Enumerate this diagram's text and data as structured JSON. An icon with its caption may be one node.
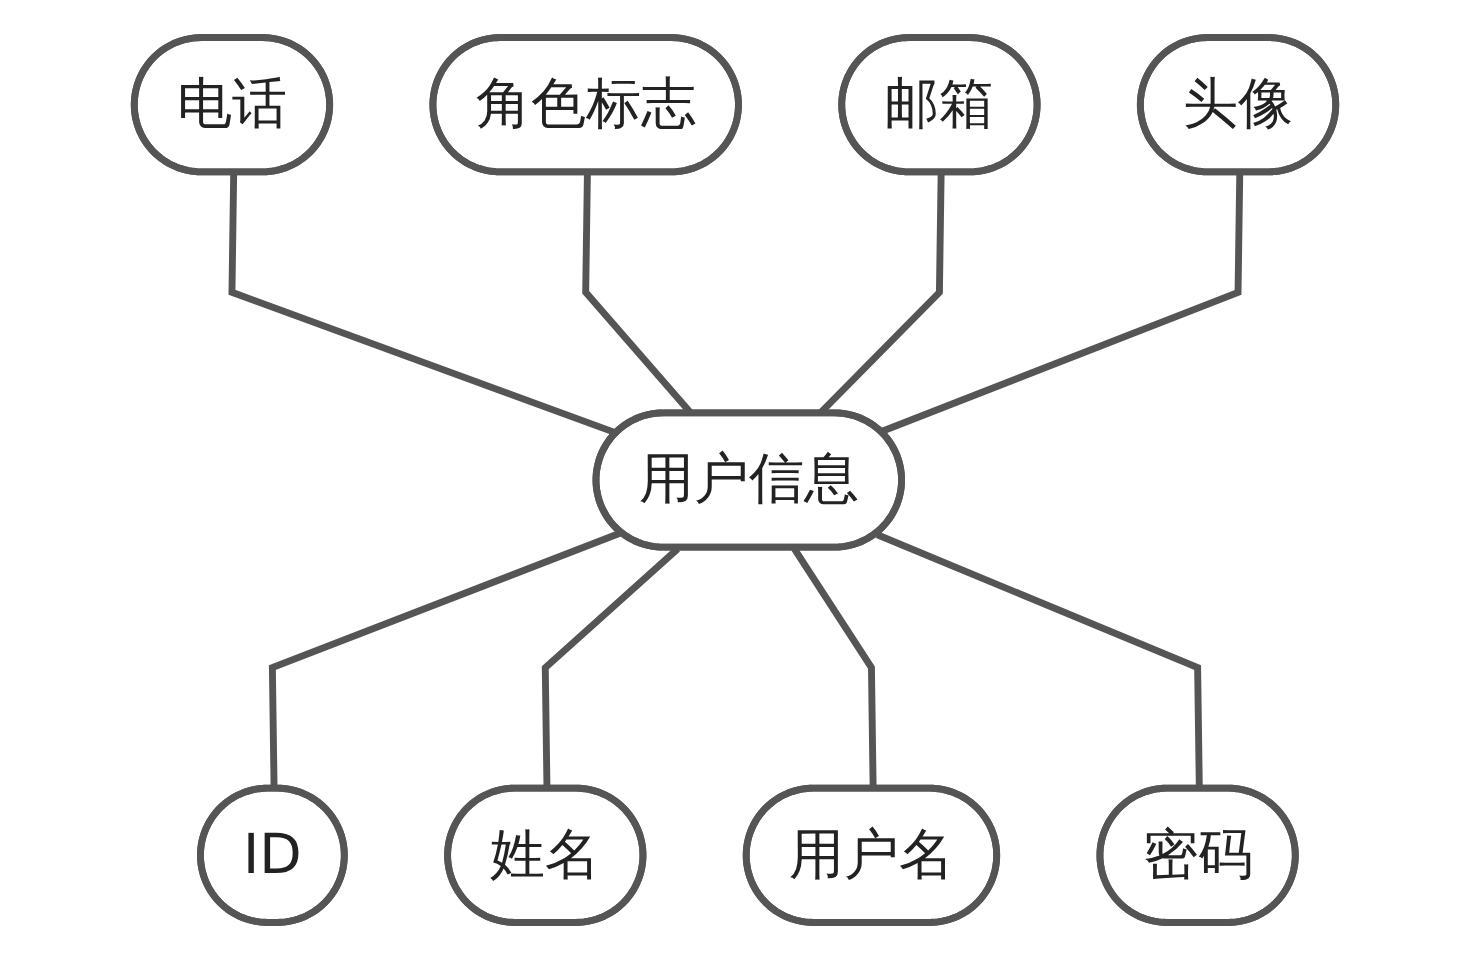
{
  "diagram": {
    "nodes": [
      {
        "text": [
          "电话"
        ]
      },
      {
        "text": [
          "角色标志"
        ]
      },
      {
        "text": [
          "邮箱"
        ]
      },
      {
        "text": [
          "用户信息"
        ]
      },
      {
        "text": [
          "头像"
        ]
      },
      {
        "text": [
          "ID"
        ]
      },
      {
        "text": [
          "姓名"
        ]
      },
      {
        "text": [
          "用户名"
        ]
      },
      {
        "text": [
          "密码"
        ]
      }
    ],
    "edges": [
      {
        "from": 0,
        "to": 3,
        "arrow": "none"
      },
      {
        "from": 1,
        "to": 3,
        "arrow": "none"
      },
      {
        "from": 2,
        "to": 3,
        "arrow": "none"
      },
      {
        "from": 4,
        "to": 3,
        "arrow": "none"
      },
      {
        "from": 3,
        "to": 5,
        "arrow": "none"
      },
      {
        "from": 3,
        "to": 6,
        "arrow": "none"
      },
      {
        "from": 3,
        "to": 7,
        "arrow": "none"
      },
      {
        "from": 3,
        "to": 8,
        "arrow": "none"
      }
    ]
  }
}
